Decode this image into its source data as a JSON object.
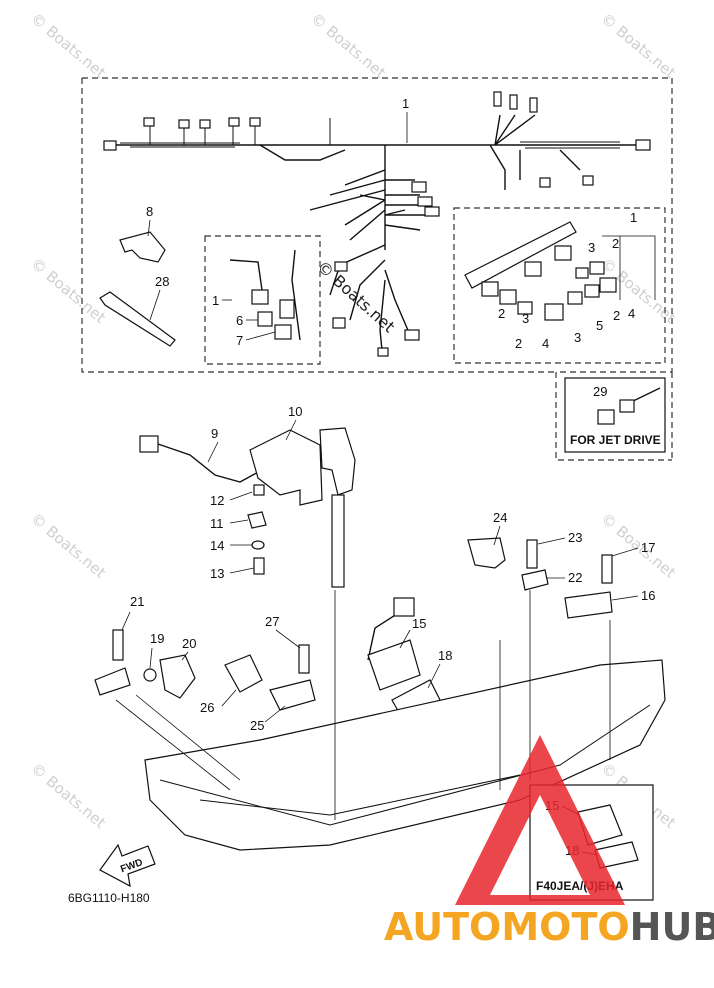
{
  "watermark": {
    "text": "© Boats.net",
    "center_text": "© Boats.net"
  },
  "callouts": {
    "c1": "1",
    "c1b": "1",
    "c1c": "1",
    "c2": "2",
    "c3": "3",
    "c4": "4",
    "c5": "5",
    "c6": "6",
    "c7": "7",
    "c8": "8",
    "c9": "9",
    "c10": "10",
    "c11": "11",
    "c12": "12",
    "c13": "13",
    "c14": "14",
    "c15": "15",
    "c15b": "15",
    "c16": "16",
    "c17": "17",
    "c18": "18",
    "c18b": "18",
    "c19": "19",
    "c20": "20",
    "c21": "21",
    "c22": "22",
    "c23": "23",
    "c24": "24",
    "c25": "25",
    "c26": "26",
    "c27": "27",
    "c28": "28",
    "c29": "29"
  },
  "inset_jet": {
    "label": "FOR JET DRIVE"
  },
  "inset_model": {
    "label": "F40JEA/(J)EHA"
  },
  "fwd_label": "FWD",
  "diagram_code": "6BG1110-H180",
  "logo": {
    "part1": "AUTOMOTO",
    "part2": "HUB",
    "color1": "#f4a521",
    "color2": "#555555",
    "triangle_color": "#e8262b"
  }
}
